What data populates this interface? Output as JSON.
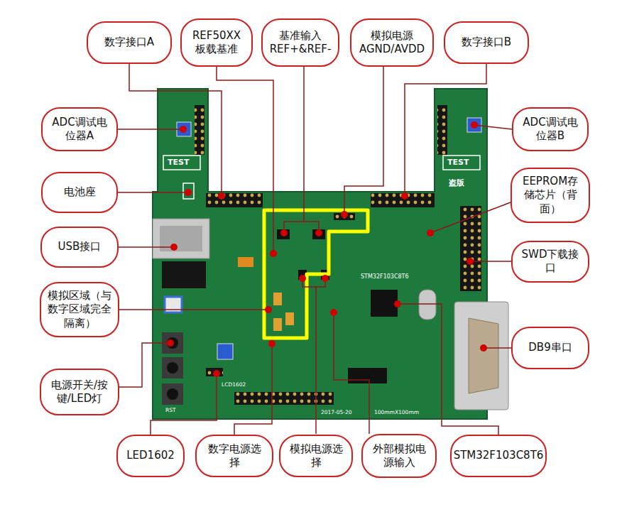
{
  "diagram": {
    "nodes": [
      {
        "text": [
          "数字接口A"
        ]
      },
      {
        "text": [
          "REF50XX 板载基准"
        ]
      },
      {
        "text": [
          "基准输入 REF+&REF-"
        ]
      },
      {
        "text": [
          "模拟电源 AGND/AVDD"
        ]
      },
      {
        "text": [
          "数字接口B"
        ]
      },
      {
        "text": [
          "ADC调试电位器A"
        ]
      },
      {
        "text": [
          "ADC调试电位器B"
        ]
      },
      {
        "text": [
          "电池座"
        ]
      },
      {
        "text": [
          "EEPROM存储芯片（背面）"
        ]
      },
      {
        "text": [
          "USB接口"
        ]
      },
      {
        "text": [
          "SWD下载接口"
        ]
      },
      {
        "text": [
          "模拟区域（与数字区域完全隔离）"
        ]
      },
      {
        "text": [
          "DB9串口"
        ]
      },
      {
        "text": [
          "电源开关/按键/LED灯"
        ]
      },
      {
        "text": [
          "LED1602"
        ]
      },
      {
        "text": [
          "数字电源选择"
        ]
      },
      {
        "text": [
          "模拟电源选择"
        ]
      },
      {
        "text": [
          "外部模拟电源输入"
        ]
      },
      {
        "text": [
          "STM32F103C8T6"
        ]
      }
    ],
    "labels": [
      "TEST",
      "TEST",
      "盗版",
      "STM32F103C8T6",
      "LCD1602",
      "RST",
      "2017-05-20",
      "100mmX100mm"
    ]
  }
}
